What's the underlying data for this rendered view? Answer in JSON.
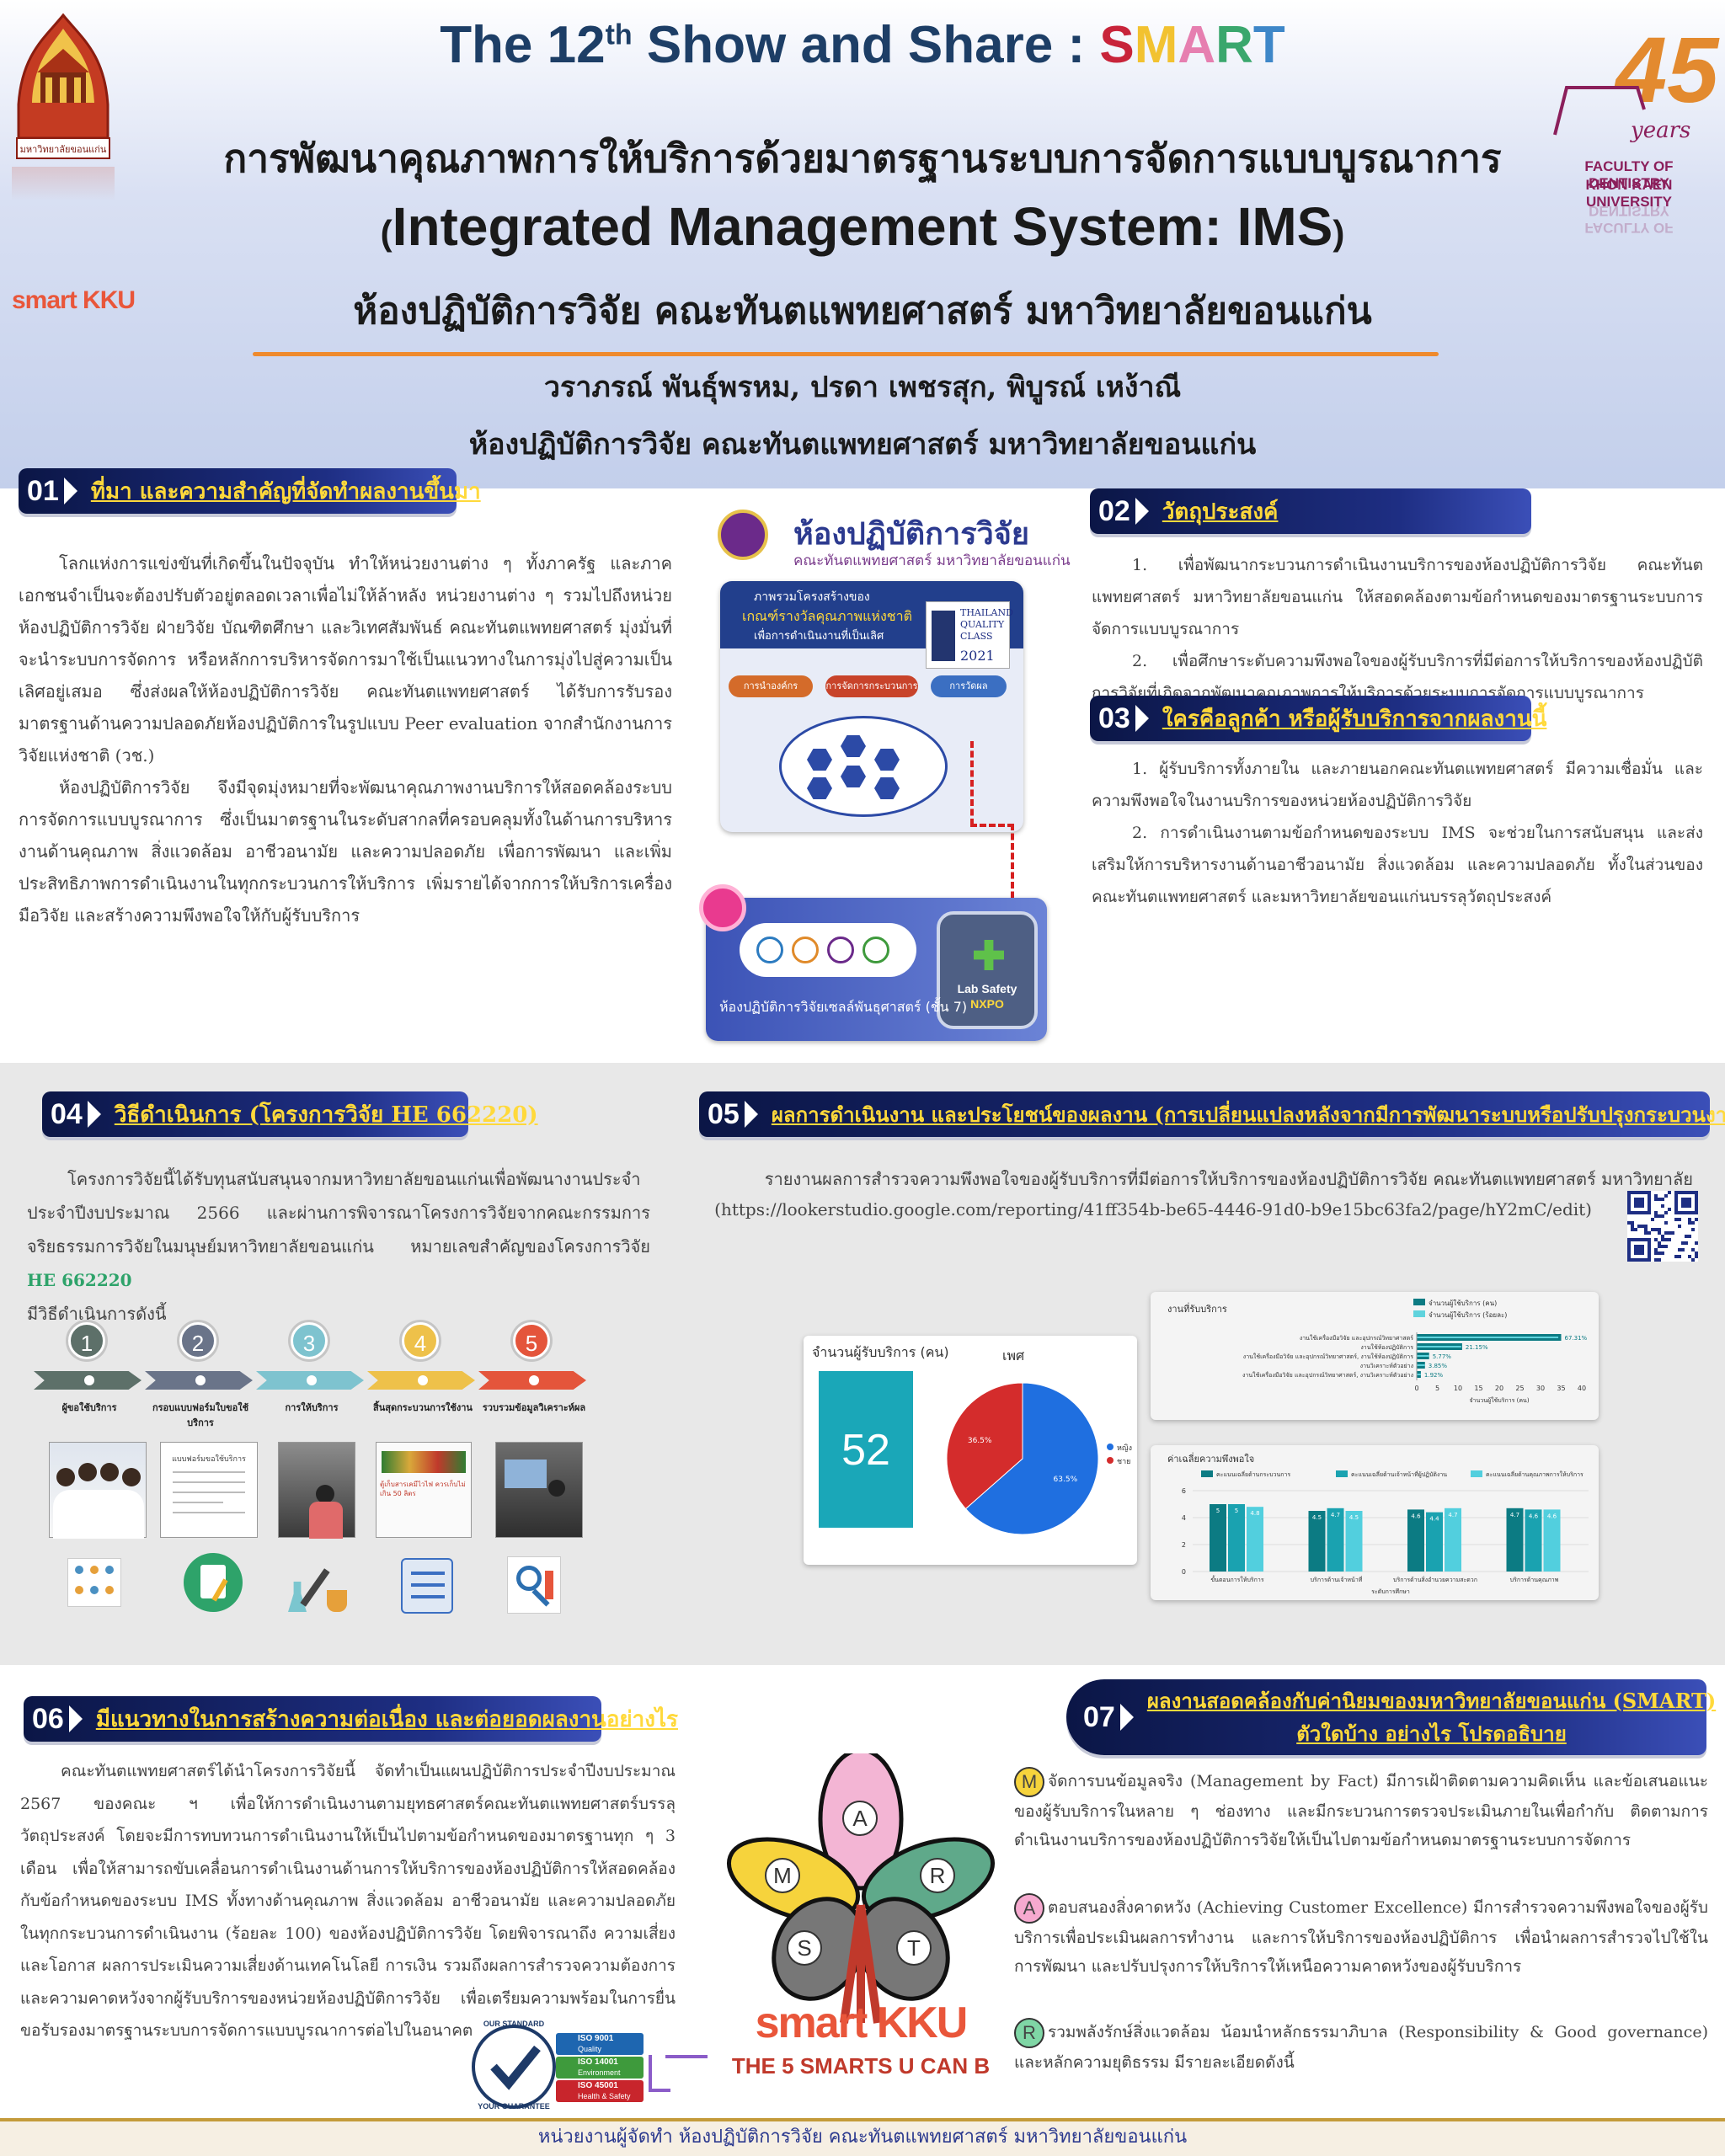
{
  "header": {
    "show_prefix": "The 12",
    "show_sup": "th",
    "show_suffix": " Show and Share : ",
    "smart_letters": [
      {
        "ch": "S",
        "color": "#c8243a"
      },
      {
        "ch": "M",
        "color": "#f2c230"
      },
      {
        "ch": "A",
        "color": "#e67fb0"
      },
      {
        "ch": "R",
        "color": "#3aa76d"
      },
      {
        "ch": "T",
        "color": "#3e87c8"
      }
    ],
    "title_th": "การพัฒนาคุณภาพการให้บริการด้วยมาตรฐานระบบการจัดการแบบบูรณาการ",
    "title_en_open": "(",
    "title_en": "Integrated Management System: IMS",
    "title_en_close": ")",
    "subtitle_th": "ห้องปฏิบัติการวิจัย คณะทันตแพทยศาสตร์ มหาวิทยาลัยขอนแก่น",
    "authors": "วราภรณ์ พันธุ์พรหม, ปรดา เพชรสุก, พิบูรณ์ เหง้าณี",
    "affiliation": "ห้องปฏิบัติการวิจัย คณะทันตแพทยศาสตร์ มหาวิทยาลัยขอนแก่น",
    "kku_logo_text": "มหาวิทยาลัยขอนแก่น",
    "smart_kku_logo": "smart KKU",
    "faculty_logo_number": "45",
    "faculty_logo_years": "years",
    "faculty_logo_line1": "FACULTY OF DENTISTRY",
    "faculty_logo_line2": "KHON KAEN UNIVERSITY"
  },
  "sec01": {
    "num": "01",
    "title": "ที่มา และความสำคัญที่จัดทำผลงานขึ้นมา",
    "paragraphs": [
      "โลกแห่งการแข่งขันที่เกิดขึ้นในปัจจุบัน ทำให้หน่วยงานต่าง ๆ ทั้งภาครัฐ และภาคเอกชนจำเป็นจะต้องปรับตัวอยู่ตลอดเวลาเพื่อไม่ให้ล้าหลัง หน่วยงานต่าง ๆ รวมไปถึงหน่วยห้องปฏิบัติการวิจัย ฝ่ายวิจัย บัณฑิตศึกษา และวิเทศสัมพันธ์ คณะทันตแพทยศาสตร์ มุ่งมั่นที่จะนำระบบการจัดการ หรือหลักการบริหารจัดการมาใช้เป็นแนวทางในการมุ่งไปสู่ความเป็นเลิศอยู่เสมอ ซึ่งส่งผลให้ห้องปฏิบัติการวิจัย คณะทันตแพทยศาสตร์ ได้รับการรับรองมาตรฐานด้านความปลอดภัยห้องปฏิบัติการในรูปแบบ Peer evaluation จากสำนักงานการวิจัยแห่งชาติ (วช.)",
      "ห้องปฏิบัติการวิจัย จึงมีจุดมุ่งหมายที่จะพัฒนาคุณภาพงานบริการให้สอดคล้องระบบการจัดการแบบบูรณาการ ซึ่งเป็นมาตรฐานในระดับสากลที่ครอบคลุมทั้งในด้านการบริหารงานด้านคุณภาพ สิ่งแวดล้อม อาชีวอนามัย และความปลอดภัย เพื่อการพัฒนา และเพิ่มประสิทธิภาพการดำเนินงานในทุกกระบวนการให้บริการ เพิ่มรายได้จากการให้บริการเครื่องมือวิจัย และสร้างความพึงพอใจให้กับผู้รับบริการ"
    ]
  },
  "lab_panel": {
    "title": "ห้องปฏิบัติการวิจัย",
    "subtitle": "คณะทันตแพทยศาสตร์ มหาวิทยาลัยขอนแก่น",
    "infographic_head1": "ภาพรวมโครงสร้างของ",
    "infographic_head2": "เกณฑ์รางวัลคุณภาพแห่งชาติ",
    "infographic_head3": "เพื่อการดำเนินงานที่เป็นเลิศ",
    "award_line1": "THAILAND",
    "award_line2": "QUALITY",
    "award_line3": "CLASS",
    "award_year": "2021",
    "tabs": [
      "การนำองค์กร",
      "การจัดการกระบวนการ",
      "การวัดผล"
    ],
    "lab_safety_label": "Lab Safety",
    "lab_safety_sub": "NXPO",
    "cell_lab_caption": "ห้องปฏิบัติการวิจัยเซลล์พันธุศาสตร์ (ชั้น 7)"
  },
  "sec02": {
    "num": "02",
    "title": "วัตถุประสงค์",
    "items": [
      "1. เพื่อพัฒนากระบวนการดำเนินงานบริการของห้องปฏิบัติการวิจัย คณะทันตแพทยศาสตร์ มหาวิทยาลัยขอนแก่น ให้สอดคล้องตามข้อกำหนดของมาตรฐานระบบการจัดการแบบบูรณาการ",
      "2. เพื่อศึกษาระดับความพึงพอใจของผู้รับบริการที่มีต่อการให้บริการของห้องปฏิบัติการวิจัยที่เกิดจากพัฒนาคุณภาพการให้บริการด้วยระบบการจัดการแบบบูรณาการ"
    ]
  },
  "sec03": {
    "num": "03",
    "title": "ใครคือลูกค้า หรือผู้รับบริการจากผลงานนี้",
    "items": [
      "1. ผู้รับบริการทั้งภายใน และภายนอกคณะทันตแพทยศาสตร์ มีความเชื่อมั่น และความพึงพอใจในงานบริการของหน่วยห้องปฏิบัติการวิจัย",
      "2. การดำเนินงานตามข้อกำหนดของระบบ IMS จะช่วยในการสนับสนุน และส่งเสริมให้การบริหารงานด้านอาชีวอนามัย สิ่งแวดล้อม และความปลอดภัย ทั้งในส่วนของคณะทันตแพทยศาสตร์ และมหาวิทยาลัยขอนแก่นบรรลุวัตถุประสงค์"
    ]
  },
  "sec04": {
    "num": "04",
    "title": "วิธีดำเนินการ (โครงการวิจัย HE 662220)",
    "paragraph_start": "โครงการวิจัยนี้ได้รับทุนสนับสนุนจากมหาวิทยาลัยขอนแก่นเพื่อพัฒนางานประจำประจำปีงบประมาณ 2566 และผ่านการพิจารณาโครงการวิจัยจากคณะกรรมการจริยธรรมการวิจัยในมนุษย์มหาวิทยาลัยขอนแก่น หมายเลขสำคัญของโครงการวิจัย ",
    "paragraph_code": "HE 662220",
    "paragraph_end": "มีวิธีดำเนินการดังนี้",
    "steps": [
      {
        "n": "1",
        "label": "ผู้ขอใช้บริการ",
        "color": "#5d7069"
      },
      {
        "n": "2",
        "label": "กรอบแบบฟอร์มใบขอใช้บริการ",
        "color": "#6a7489"
      },
      {
        "n": "3",
        "label": "การให้บริการ",
        "color": "#7ec3cf"
      },
      {
        "n": "4",
        "label": "สิ้นสุดกระบวนการใช้งาน",
        "color": "#eec14a"
      },
      {
        "n": "5",
        "label": "รวบรวมข้อมูลวิเคราะห์ผล",
        "color": "#e4553b"
      }
    ],
    "form_photo_text": "แบบฟอร์มขอใช้บริการ",
    "bottle_caption": "ตู้เก็บสารเคมีไวไฟ ควรเก็บไม่เกิน 50 ลิตร"
  },
  "sec05": {
    "num": "05",
    "title": "ผลการดำเนินงาน และประโยชน์ของผลงาน (การเปลี่ยนแปลงหลังจากมีการพัฒนาระบบหรือปรับปรุงกระบวนงาน)",
    "report_line": "รายงานผลการสำรวจความพึงพอใจของผู้รับบริการที่มีต่อการให้บริการของห้องปฏิบัติการวิจัย คณะทันตแพทยศาสตร์ มหาวิทยาลัยขอนแก่น",
    "report_url": "(https://lookerstudio.google.com/reporting/41ff354b-be65-4446-91d0-b9e15bc63fa2/page/hY2mC/edit)"
  },
  "chart_data": [
    {
      "type": "table",
      "title": "จำนวนผู้รับบริการ (คน)",
      "values": [
        52
      ]
    },
    {
      "type": "pie",
      "title": "เพศ",
      "categories": [
        "หญิง",
        "ชาย"
      ],
      "values": [
        63.5,
        36.5
      ],
      "data_labels": [
        "63.5%",
        "36.5%"
      ],
      "colors": [
        "#1f6fe0",
        "#d42c2c"
      ],
      "legend": "right"
    },
    {
      "type": "bar",
      "title": "งานที่รับบริการ",
      "orientation": "horizontal",
      "categories": [
        "งานใช้เครื่องมือวิจัย และอุปกรณ์วิทยาศาสตร์",
        "งานใช้ห้องปฏิบัติการ",
        "งานใช้เครื่องมือวิจัย และอุปกรณ์วิทยาศาสตร์, งานใช้ห้องปฏิบัติการ",
        "งานวิเคราะห์ตัวอย่าง",
        "งานใช้เครื่องมือวิจัย และอุปกรณ์วิทยาศาสตร์, งานวิเคราะห์ตัวอย่าง"
      ],
      "series": [
        {
          "name": "จำนวนผู้ใช้บริการ (คน)",
          "values": [
            35,
            11,
            3,
            2,
            1
          ]
        }
      ],
      "data_labels": [
        "67.31%",
        "21.15%",
        "5.77%",
        "3.85%",
        "1.92%"
      ],
      "colors": [
        "#0c7b83",
        "#5fd3dd"
      ],
      "legend_items": [
        "จำนวนผู้ใช้บริการ (คน)",
        "จำนวนผู้ใช้บริการ (ร้อยละ)"
      ],
      "xlabel": "จำนวนผู้ใช้บริการ (คน)",
      "xlim": [
        0,
        40
      ],
      "xticks": [
        0,
        5,
        10,
        15,
        20,
        25,
        30,
        35,
        40
      ],
      "legend": "top-right"
    },
    {
      "type": "bar",
      "title": "ค่าเฉลี่ยความพึงพอใจ",
      "categories": [
        "ขั้นตอนการให้บริการ",
        "บริการด้านเจ้าหน้าที่",
        "บริการด้านสิ่งอำนวยความสะดวก",
        "บริการด้านคุณภาพ"
      ],
      "series": [
        {
          "name": "คะแนนเฉลี่ยด้านกระบวนการ",
          "values": [
            5,
            4.5,
            4.6,
            4.7
          ]
        },
        {
          "name": "คะแนนเฉลี่ยด้านเจ้าหน้าที่ผู้ปฏิบัติงาน",
          "values": [
            5,
            4.7,
            4.4,
            4.6
          ]
        },
        {
          "name": "คะแนนเฉลี่ยด้านคุณภาพการให้บริการ",
          "values": [
            4.8,
            4.5,
            4.7,
            4.6
          ]
        }
      ],
      "colors": [
        "#0c7b83",
        "#1aa2b0",
        "#52cfde"
      ],
      "ylim": [
        0,
        6
      ],
      "yticks": [
        0,
        2,
        4,
        6
      ],
      "xlabel": "ระดับการศึกษา",
      "legend": "top"
    }
  ],
  "sec06": {
    "num": "06",
    "title": "มีแนวทางในการสร้างความต่อเนื่อง และต่อยอดผลงานอย่างไร",
    "paragraph": "คณะทันตแพทยศาสตร์ได้นำโครงการวิจัยนี้ จัดทำเป็นแผนปฏิบัติการประจำปีงบประมาณ 2567 ของคณะ ฯ เพื่อให้การดำเนินงานตามยุทธศาสตร์คณะทันตแพทยศาสตร์บรรลุวัตถุประสงค์ โดยจะมีการทบทวนการดำเนินงานให้เป็นไปตามข้อกำหนดของมาตรฐานทุก ๆ 3 เดือน เพื่อให้สามารถขับเคลื่อนการดำเนินงานด้านการให้บริการของห้องปฏิบัติการให้สอดคล้องกับข้อกำหนดของระบบ IMS ทั้งทางด้านคุณภาพ สิ่งแวดล้อม อาชีวอนามัย และความปลอดภัยในทุกกระบวนการดำเนินงาน (ร้อยละ 100) ของห้องปฏิบัติการวิจัย โดยพิจารณาถึง ความเสี่ยง และโอกาส ผลการประเมินความเสี่ยงด้านเทคโนโลยี การเงิน รวมถึงผลการสำรวจความต้องการ และความคาดหวังจากผู้รับบริการของหน่วยห้องปฏิบัติการวิจัย เพื่อเตรียมความพร้อมในการยื่นขอรับรองมาตรฐานระบบการจัดการแบบบูรณาการต่อไปในอนาคต",
    "flower_letters": [
      "A",
      "R",
      "T",
      "S",
      "M"
    ],
    "flower_logo": "smart KKU",
    "tagline": "THE 5 SMARTS U CAN B",
    "stamp_top": "OUR STANDARD",
    "stamp_bottom": "YOUR GUARANTEE",
    "iso_badges": [
      {
        "code": "ISO 9001",
        "sub": "Quality",
        "color": "#1e66b0"
      },
      {
        "code": "ISO 14001",
        "sub": "Environment",
        "color": "#3e9a3c"
      },
      {
        "code": "ISO 45001",
        "sub": "Health & Safety",
        "color": "#c8252c"
      }
    ]
  },
  "sec07": {
    "num": "07",
    "title_line1": "ผลงานสอดคล้องกับค่านิยมของมหาวิทยาลัยขอนแก่น (SMART)",
    "title_line2": "ตัวใดบ้าง อย่างไร โปรดอธิบาย",
    "values": [
      {
        "letter": "M",
        "color": "#f6d33c",
        "text": "จัดการบนข้อมูลจริง (Management by Fact) มีการเฝ้าติดตามความคิดเห็น และข้อเสนอแนะของผู้รับบริการในหลาย ๆ ช่องทาง และมีกระบวนการตรวจประเมินภายในเพื่อกำกับ ติดตามการดำเนินงานบริการของห้องปฏิบัติการวิจัยให้เป็นไปตามข้อกำหนดมาตรฐานระบบการจัดการ"
      },
      {
        "letter": "A",
        "color": "#f6a9cf",
        "text": "ตอบสนองสิ่งคาดหวัง (Achieving Customer Excellence) มีการสำรวจความพึงพอใจของผู้รับบริการเพื่อประเมินผลการทำงาน และการให้บริการของห้องปฏิบัติการ เพื่อนำผลการสำรวจไปใช้ในการพัฒนา และปรับปรุงการให้บริการให้เหนือความคาดหวังของผู้รับบริการ"
      },
      {
        "letter": "R",
        "color": "#7fd6a5",
        "text": "รวมพลังรักษ์สิ่งแวดล้อม น้อมนำหลักธรรมาภิบาล (Responsibility & Good governance) และหลักความยุติธรรม มีรายละเอียดดังนี้"
      }
    ]
  },
  "footer": {
    "text": "หน่วยงานผู้จัดทำ ห้องปฏิบัติการวิจัย คณะทันตแพทยศาสตร์ มหาวิทยาลัยขอนแก่น"
  }
}
